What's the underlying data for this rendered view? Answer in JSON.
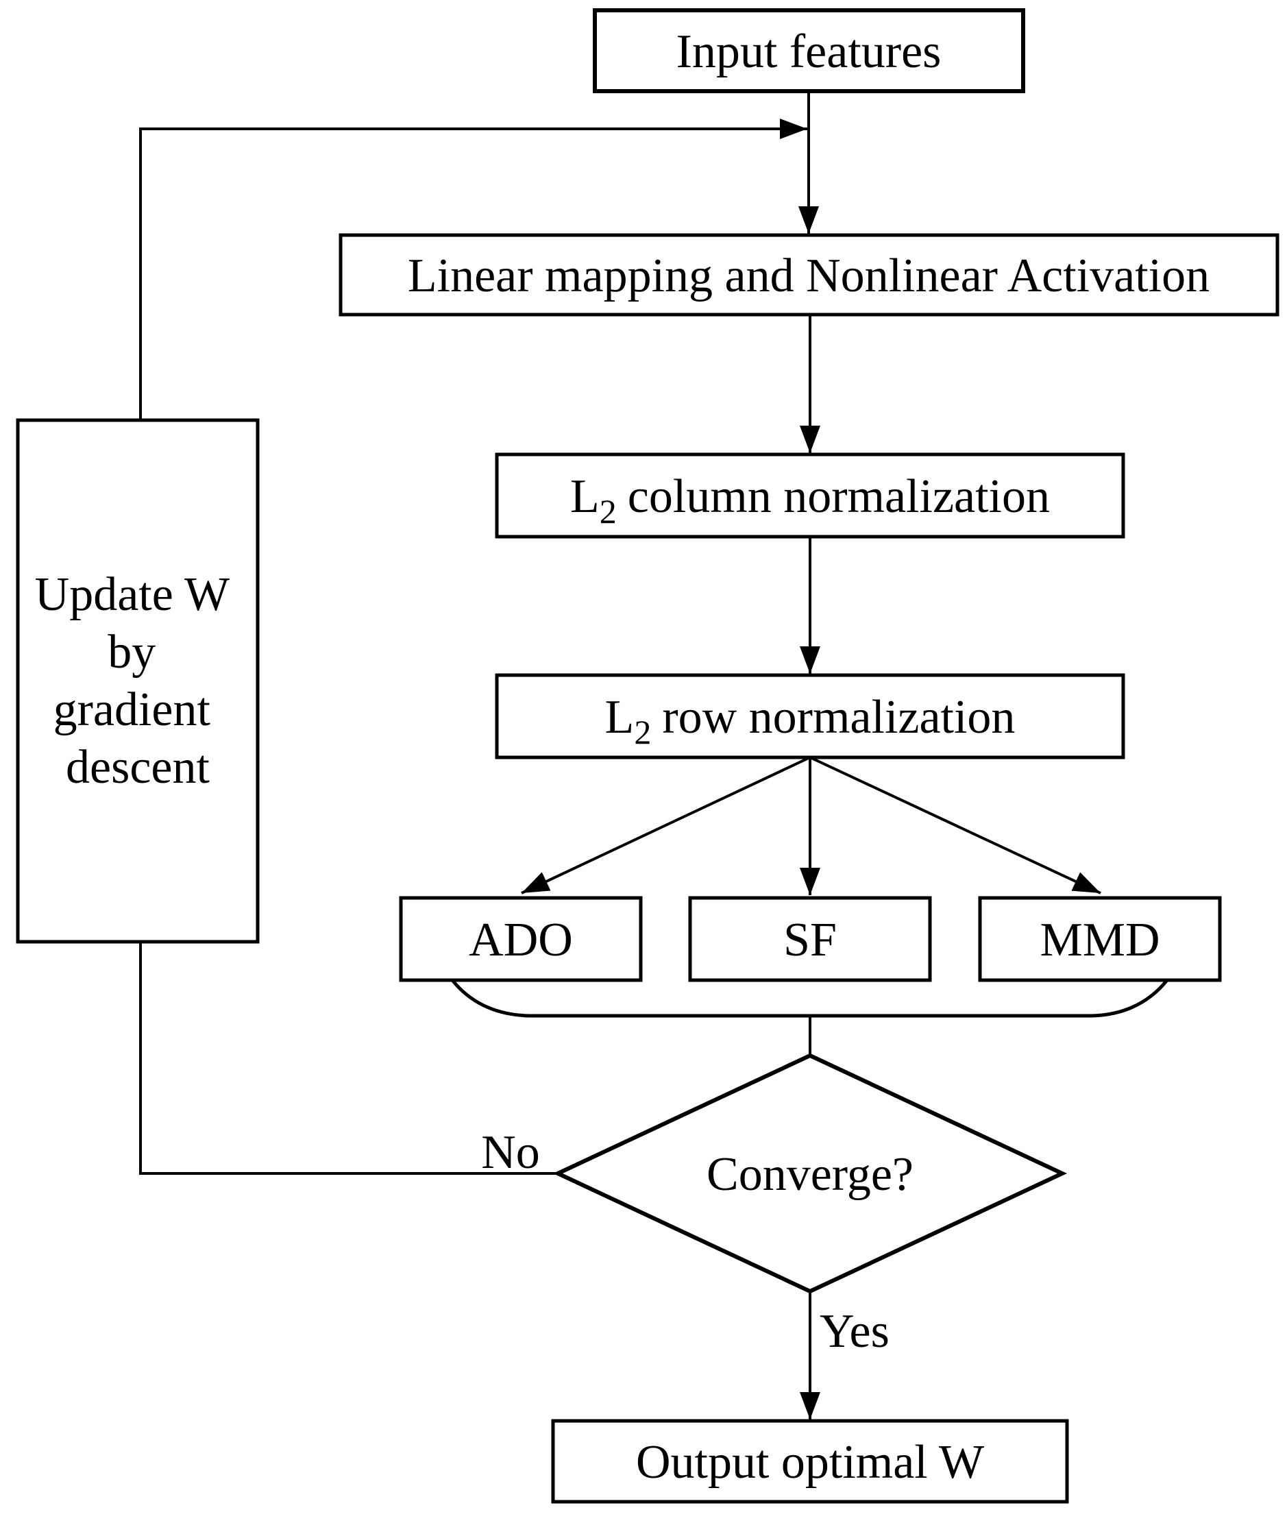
{
  "diagram": {
    "type": "flowchart",
    "nodes": {
      "input": {
        "label": "Input features"
      },
      "linear": {
        "label": "Linear mapping and Nonlinear Activation"
      },
      "l2col": {
        "prefix": "L",
        "sub": "2",
        "rest": "column normalization"
      },
      "l2row": {
        "prefix": "L",
        "sub": "2",
        "rest": "row normalization"
      },
      "ado": {
        "label": "ADO"
      },
      "sf": {
        "label": "SF"
      },
      "mmd": {
        "label": "MMD"
      },
      "converge": {
        "label": "Converge?"
      },
      "update": {
        "lines": [
          "Update W",
          "by",
          "gradient",
          "descent"
        ]
      },
      "output": {
        "label": "Output optimal W"
      }
    },
    "edge_labels": {
      "no": "No",
      "yes": "Yes"
    },
    "colors": {
      "stroke": "#000000",
      "background": "#ffffff"
    }
  }
}
